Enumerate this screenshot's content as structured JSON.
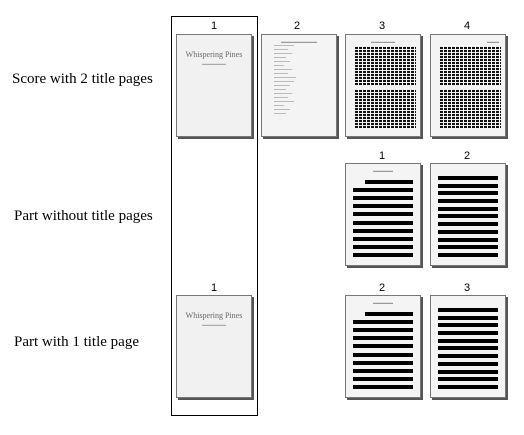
{
  "rows": [
    {
      "label": "Score with 2 title pages"
    },
    {
      "label": "Part without title pages"
    },
    {
      "label": "Part with 1 title page"
    }
  ],
  "page_numbers": {
    "score": [
      "1",
      "2",
      "3",
      "4"
    ],
    "part_no_title": [
      "1",
      "2"
    ],
    "part_one_title": [
      "1",
      "2",
      "3"
    ]
  },
  "title_page": {
    "title": "Whispering Pines"
  }
}
